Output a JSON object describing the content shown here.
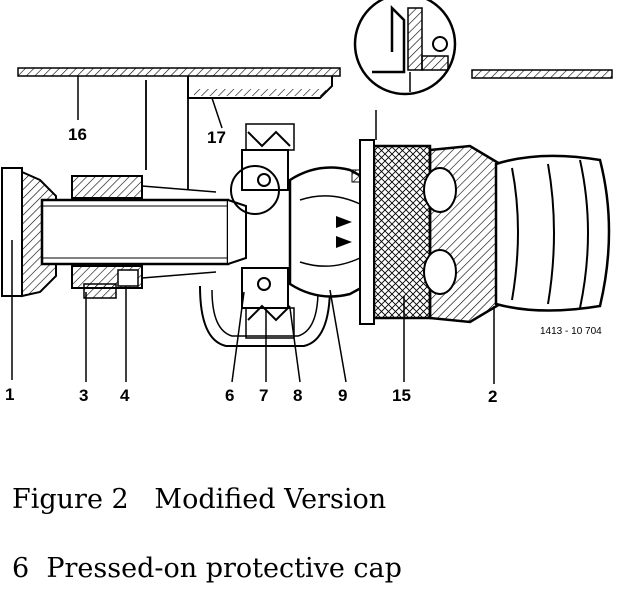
{
  "figure": {
    "callouts": [
      "16",
      "17",
      "1",
      "3",
      "4",
      "6",
      "7",
      "8",
      "9",
      "15",
      "2"
    ],
    "reference_code": "1413 - 10 704"
  },
  "caption": {
    "title": "Figure 2   Modified Version",
    "item": "6  Pressed-on protective cap"
  }
}
